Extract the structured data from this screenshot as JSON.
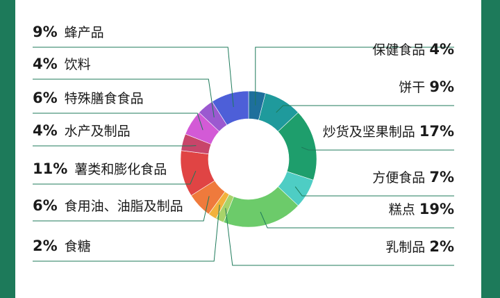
{
  "page": {
    "background": "#1d7a5a",
    "panel": "#ffffff"
  },
  "chart_data": {
    "type": "pie",
    "donut": true,
    "categories": [
      "保健食品",
      "饼干",
      "炒货及坚果制品",
      "方便食品",
      "糕点",
      "乳制品",
      "食糖",
      "食用油、油脂及制品",
      "薯类和膨化食品",
      "水产及制品",
      "特殊膳食食品",
      "饮料",
      "蜂产品"
    ],
    "values": [
      4,
      9,
      17,
      7,
      19,
      2,
      2,
      6,
      11,
      4,
      6,
      4,
      9
    ],
    "labels": [
      "4%",
      "9%",
      "17%",
      "7%",
      "19%",
      "2%",
      "2%",
      "6%",
      "11%",
      "4%",
      "6%",
      "4%",
      "9%"
    ],
    "colors": [
      "#1e6f9c",
      "#1f9a9c",
      "#1e9e6c",
      "#4ecdc4",
      "#6ccb6a",
      "#a8d36a",
      "#f2b23c",
      "#ef7a3c",
      "#e04444",
      "#c8456a",
      "#d35ad6",
      "#9b59d0",
      "#4d5fd8"
    ],
    "legend": "callouts"
  }
}
